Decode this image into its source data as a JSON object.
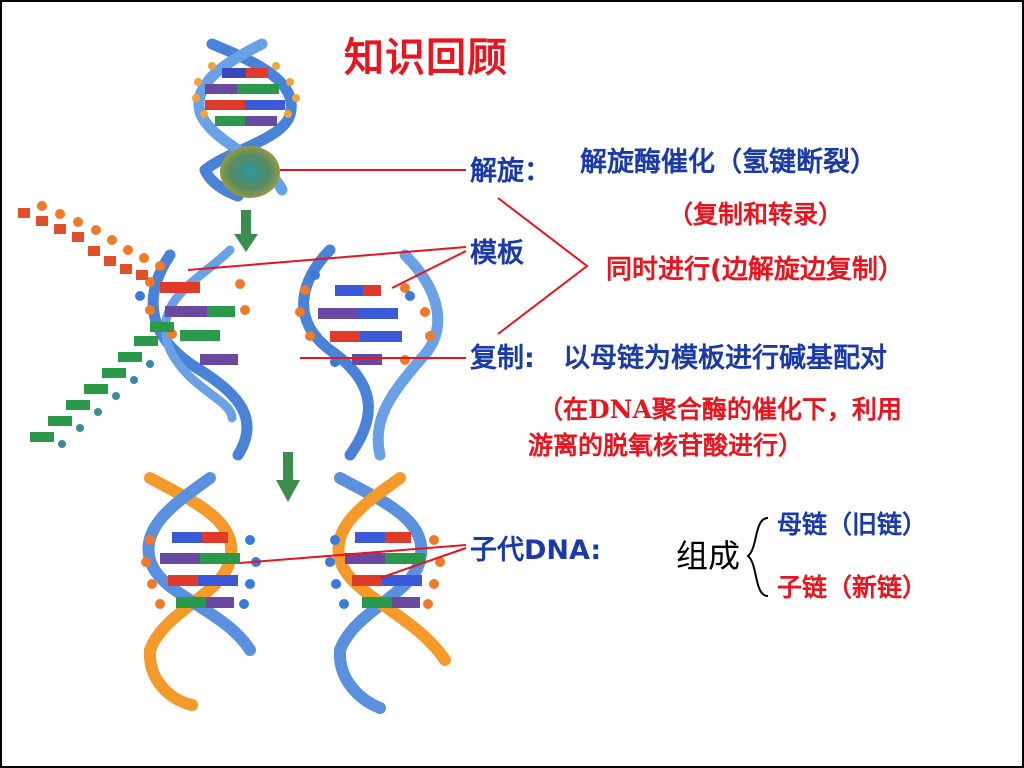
{
  "title": "知识回顾",
  "unwinding": {
    "label": "解旋：",
    "description": "解旋酶催化（氢键断裂）",
    "note": "（复制和转录）"
  },
  "template": {
    "label": "模板",
    "simultaneous": "同时进行(边解旋边复制）"
  },
  "replication": {
    "label": "复制:",
    "description": "以母链为模板进行碱基配对",
    "note_line1": "（在DNA聚合酶的催化下，利用",
    "note_line2": "游离的脱氧核苷酸进行）"
  },
  "daughter_dna": {
    "label": "子代DNA:",
    "composed_of": "组成",
    "parent_strand": "母链（旧链）",
    "daughter_strand": "子链（新链）"
  },
  "colors": {
    "title_red": "#e8141e",
    "label_blue": "#1a3aa8",
    "helix_blue": "#4a82d8",
    "new_strand_orange": "#f39a2a",
    "enzyme_green": "#3f8a6a",
    "arrow_green": "#3c8c50"
  }
}
